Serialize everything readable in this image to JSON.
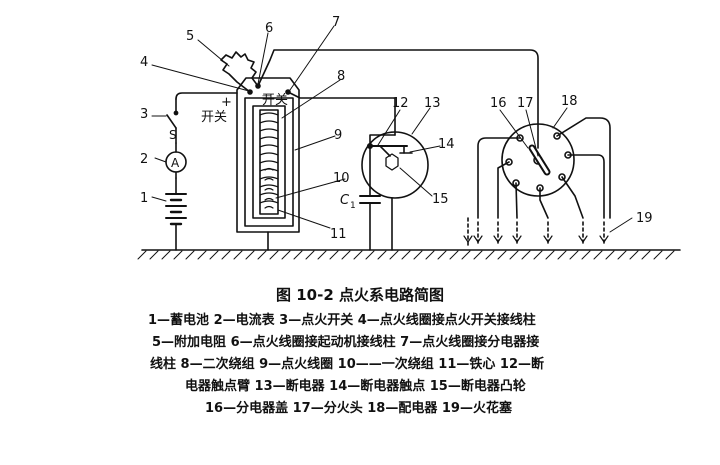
{
  "labels": {
    "n1": "1",
    "n2": "2",
    "n3": "3",
    "n4": "4",
    "n5": "5",
    "n6": "6",
    "n7": "7",
    "n8": "8",
    "n9": "9",
    "n10": "10",
    "n11": "11",
    "n12": "12",
    "n13": "13",
    "n14": "14",
    "n15": "15",
    "n16": "16",
    "n17": "17",
    "n18": "18",
    "n19": "19",
    "switch_left": "开关",
    "switch_right": "开关",
    "plus": "+",
    "minus": "—",
    "switch_s": "S",
    "ammeter_a": "A",
    "capacitor": "C",
    "capacitor_sub": "1"
  },
  "caption": "图 10-2   点火系电路简图",
  "legend": [
    "1—蓄电池   2—电流表   3—点火开关   4—点火线圈接点火开关接线柱",
    "5—附加电阻   6—点火线圈接起动机接线柱   7—点火线圈接分电器接",
    "线柱   8—二次绕组   9—点火线圈   10——一次绕组   11—铁心   12—断",
    "电器触点臂   13—断电器   14—断电器触点   15—断电器凸轮",
    "16—分电器盖   17—分火头   18—配电器   19—火花塞"
  ]
}
